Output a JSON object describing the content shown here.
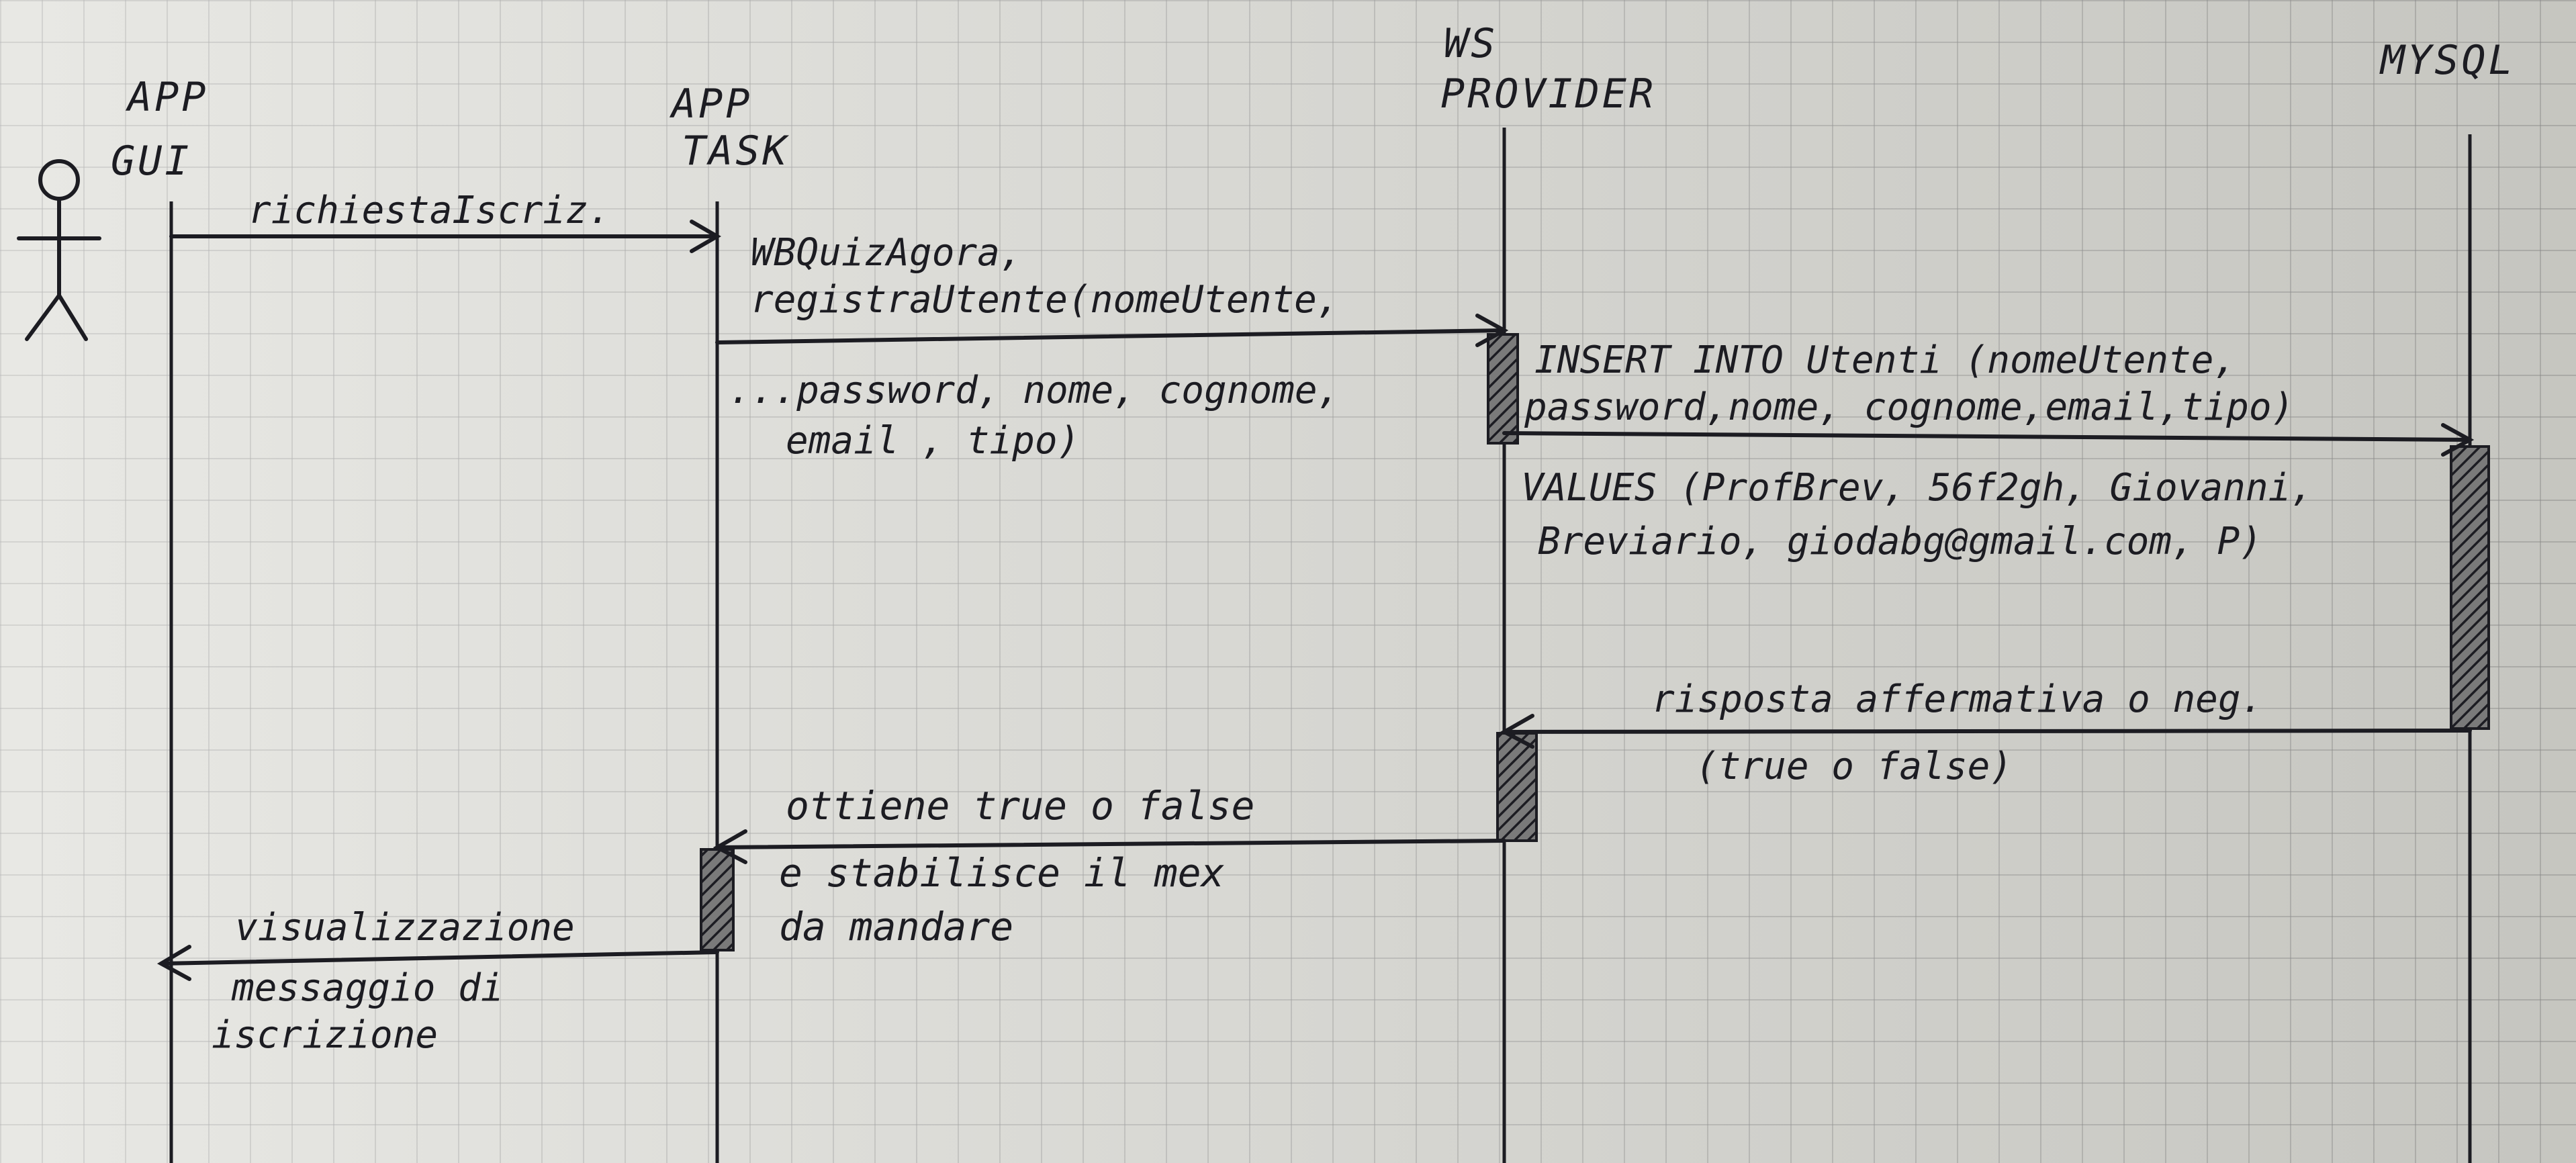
{
  "participants": {
    "app_gui": [
      "APP",
      "GUI"
    ],
    "app_task": [
      "APP",
      "TASK"
    ],
    "ws_provider": [
      "WS",
      "PROVIDER"
    ],
    "mysql": [
      "MYSQL"
    ]
  },
  "messages": {
    "richiesta": "richiestaIscriz.",
    "wbquiz_1": "WBQuizAgora,",
    "wbquiz_2": "registraUtente(nomeUtente,",
    "wbquiz_3": "...password, nome, cognome,",
    "wbquiz_4": "email , tipo)",
    "insert_1": "INSERT INTO Utenti (nomeUtente,",
    "insert_2": "password,nome, cognome,email,tipo)",
    "values_1": "VALUES (ProfBrev, 56f2gh, Giovanni,",
    "values_2": "Breviario, giodabg@gmail.com, P)",
    "risposta_1": "risposta affermativa o neg.",
    "risposta_2": "(true o false)",
    "ottiene_1": "ottiene true o false",
    "ottiene_2": "e stabilisce il mex",
    "ottiene_3": "da mandare",
    "visual_1": "visualizzazione",
    "visual_2": "messaggio di",
    "visual_3": "iscrizione"
  }
}
